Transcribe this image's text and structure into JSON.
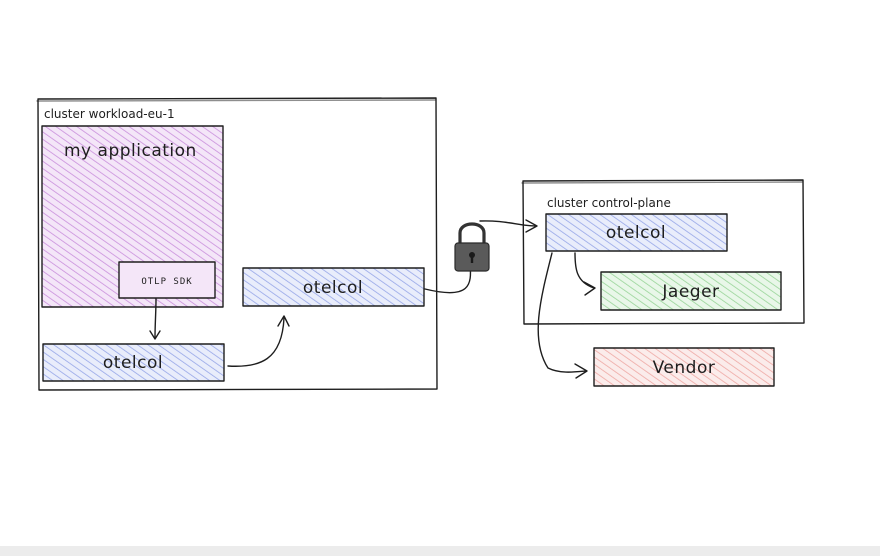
{
  "clusters": {
    "workload": {
      "label": "cluster workload-eu-1"
    },
    "control_plane": {
      "label": "cluster control-plane"
    }
  },
  "boxes": {
    "my_application": {
      "label": "my application",
      "fill": "#d9a9e6"
    },
    "otlp_sdk": {
      "label": "OTLP SDK"
    },
    "otelcol_workload": {
      "label": "otelcol",
      "fill": "#a5b4ee"
    },
    "otelcol_gateway": {
      "label": "otelcol",
      "fill": "#a5b4ee"
    },
    "otelcol_control": {
      "label": "otelcol",
      "fill": "#a5b4ee"
    },
    "jaeger": {
      "label": "Jaeger",
      "fill": "#a8dca8"
    },
    "vendor": {
      "label": "Vendor",
      "fill": "#f2b3b0"
    }
  },
  "icons": {
    "lock": "padlock-icon"
  }
}
